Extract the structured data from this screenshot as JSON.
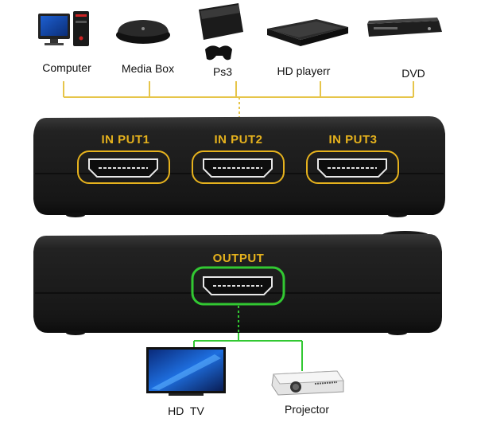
{
  "sources": {
    "computer": "Computer",
    "media_box": "Media Box",
    "ps3": "Ps3",
    "hd_player": "HD playerr",
    "dvd": "DVD"
  },
  "inputs": {
    "input1": "IN PUT1",
    "input2": "IN PUT2",
    "input3": "IN PUT3"
  },
  "output": {
    "label": "OUTPUT"
  },
  "displays": {
    "hd_tv": "HD  TV",
    "projector": "Projector"
  },
  "colors": {
    "input_line": "#e6c54a",
    "output_line": "#32c832",
    "device_body": "#1c1c1c"
  },
  "icons": [
    "computer-icon",
    "media-box-icon",
    "ps3-icon",
    "hd-player-icon",
    "dvd-icon",
    "hdmi-port-icon",
    "tv-icon",
    "projector-icon"
  ]
}
